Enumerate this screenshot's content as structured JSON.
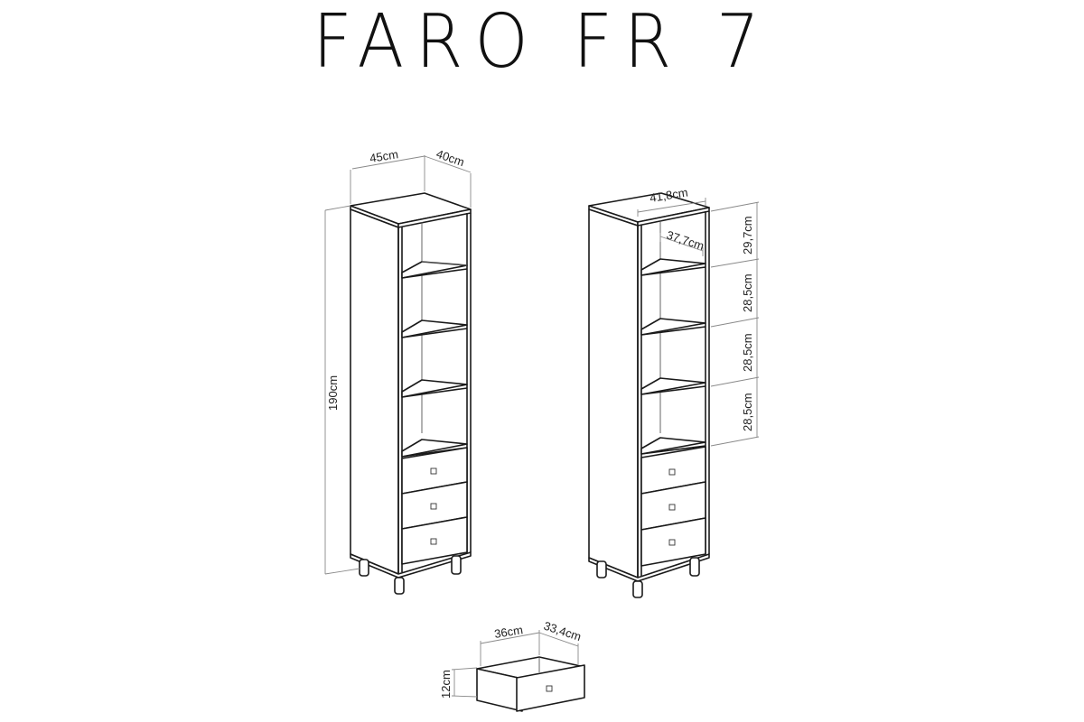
{
  "title": "FARO FR 7",
  "views": {
    "overall": {
      "width_label": "45cm",
      "depth_label": "40cm",
      "height_label": "190cm"
    },
    "interior": {
      "outer_width_label": "41,8cm",
      "inner_width_label": "37,7cm",
      "compartments": [
        {
          "label": "29,7cm"
        },
        {
          "label": "28,5cm"
        },
        {
          "label": "28,5cm"
        },
        {
          "label": "28,5cm"
        }
      ]
    },
    "drawer": {
      "width_label": "36cm",
      "depth_label": "33,4cm",
      "height_label": "12cm"
    }
  },
  "structure": {
    "open_shelves": 4,
    "drawers": 3,
    "legs": 4
  },
  "colors": {
    "line": "#1a1a1a",
    "dimension_line": "#8a8a8a",
    "background": "#ffffff"
  }
}
